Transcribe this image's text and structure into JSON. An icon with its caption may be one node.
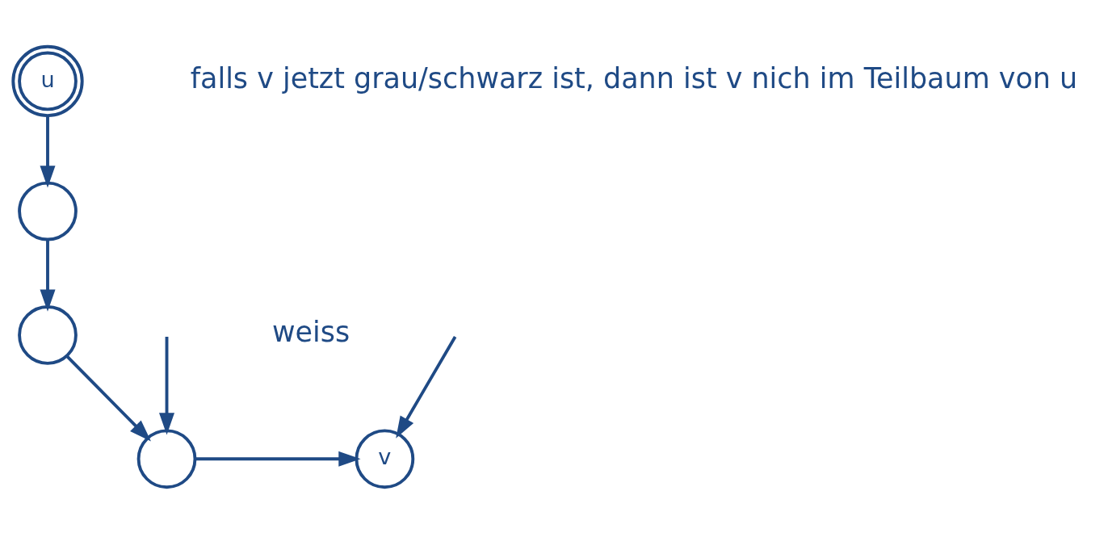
{
  "diagram": {
    "nodes": [
      {
        "text": [
          "u"
        ]
      },
      {
        "text": [],
        "shape": "circle"
      },
      {
        "text": [],
        "shape": "circle"
      },
      {
        "text": [],
        "shape": "circle"
      },
      {
        "text": [
          "v"
        ]
      }
    ],
    "edges": [
      {
        "from": 0,
        "to": 1,
        "arrow": "to"
      },
      {
        "from": 1,
        "to": 2,
        "arrow": "to"
      },
      {
        "from": 2,
        "to": 3,
        "arrow": "to"
      },
      {
        "from": 3,
        "to": 4,
        "arrow": "to"
      },
      {
        "from": null,
        "to": 3,
        "arrow": "to"
      },
      {
        "from": null,
        "to": 4,
        "arrow": "to"
      }
    ],
    "labels": [
      "falls v jetzt grau/schwarz ist, dann ist v nich im Teilbaum von u",
      "weiss"
    ]
  }
}
